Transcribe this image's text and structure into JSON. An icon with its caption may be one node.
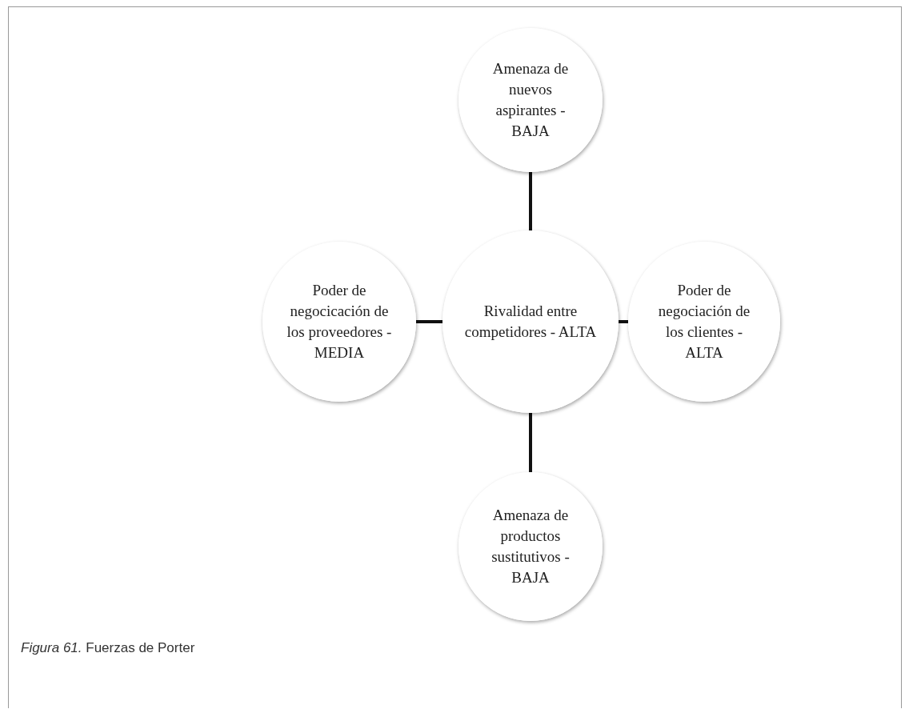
{
  "diagram": {
    "caption": "*Figura 61.* Fuerzas de Porter",
    "nodes": [
      {
        "text": [
          "Amenaza de nuevos aspirantes - BAJA"
        ]
      },
      {
        "text": [
          "Poder de negocicación de los proveedores - MEDIA"
        ]
      },
      {
        "text": [
          "Rivalidad entre competidores - ALTA"
        ]
      },
      {
        "text": [
          "Poder de negociación de los clientes - ALTA"
        ]
      },
      {
        "text": [
          "Amenaza de productos sustitutivos - BAJA"
        ]
      }
    ],
    "edges": [
      {
        "from": 0,
        "to": 2,
        "arrow": "none"
      },
      {
        "from": 1,
        "to": 2,
        "arrow": "none"
      },
      {
        "from": 2,
        "to": 3,
        "arrow": "none"
      },
      {
        "from": 2,
        "to": 4,
        "arrow": "none"
      }
    ]
  }
}
